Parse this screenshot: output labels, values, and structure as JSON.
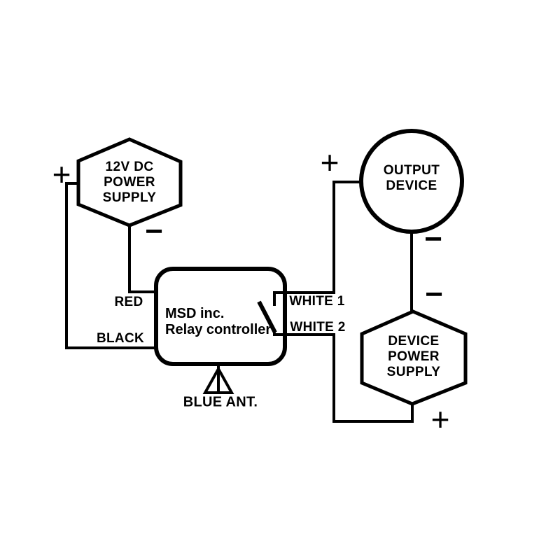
{
  "components": {
    "ps12v": {
      "lines": [
        "12V DC",
        "POWER",
        "SUPPLY"
      ]
    },
    "output_device": {
      "lines": [
        "OUTPUT",
        "DEVICE"
      ]
    },
    "relay": {
      "lines": [
        "MSD inc.",
        "Relay controller"
      ]
    },
    "device_ps": {
      "lines": [
        "DEVICE",
        "POWER",
        "SUPPLY"
      ]
    }
  },
  "wire_labels": {
    "red": "RED",
    "black": "BLACK",
    "white1": "WHITE 1",
    "white2": "WHITE 2",
    "antenna": "BLUE ANT."
  },
  "polarity": {
    "plus": "+",
    "minus": "−"
  },
  "colors": {
    "line": "#000000",
    "background": "#ffffff"
  }
}
